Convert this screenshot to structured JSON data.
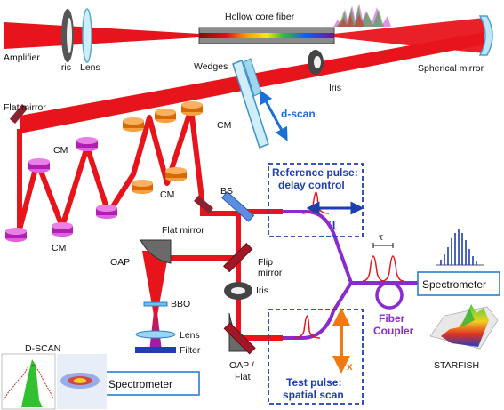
{
  "labels": {
    "amplifier": "Amplifier",
    "iris_1": "Iris",
    "lens_1": "Lens",
    "hollow_core_fiber": "Hollow core fiber",
    "wedges": "Wedges",
    "dscan_arrow": "d-scan",
    "iris_2": "Iris",
    "spherical_mirror": "Spherical mirror",
    "flat_mirror_1": "Flat mirror",
    "cm_1": "CM",
    "cm_2": "CM",
    "cm_3": "CM",
    "cm_4": "CM",
    "bs": "BS",
    "flat_mirror_2": "Flat mirror",
    "oap_1": "OAP",
    "flip_mirror": "Flip\nmirror",
    "iris_3": "Iris",
    "bbo": "BBO",
    "lens_2": "Lens",
    "filter": "Filter",
    "oap_flat": "OAP /\nFlat",
    "spectrometer_1": "Spectrometer",
    "spectrometer_2": "Spectrometer",
    "fiber_coupler": "Fiber\nCoupler",
    "starfish": "STARFISH",
    "dscan_title": "D-SCAN",
    "tau_big": "τ",
    "tau_small": "τ",
    "x_axis": "x"
  },
  "reference_box": {
    "line1": "Reference pulse:",
    "line2": "delay control"
  },
  "test_box": {
    "line1": "Test pulse:",
    "line2": "spatial scan"
  },
  "colors": {
    "beam": "#e8141b",
    "chirped_mirror": "#c020c0",
    "chirped_mirror_orange": "#f08010",
    "fiber": "#8a2bd0",
    "box_border": "#1f3fb0",
    "arrow_blue": "#1f3fb0",
    "arrow_orange": "#ee7a12",
    "dscan_arrow": "#1a6fd8"
  }
}
